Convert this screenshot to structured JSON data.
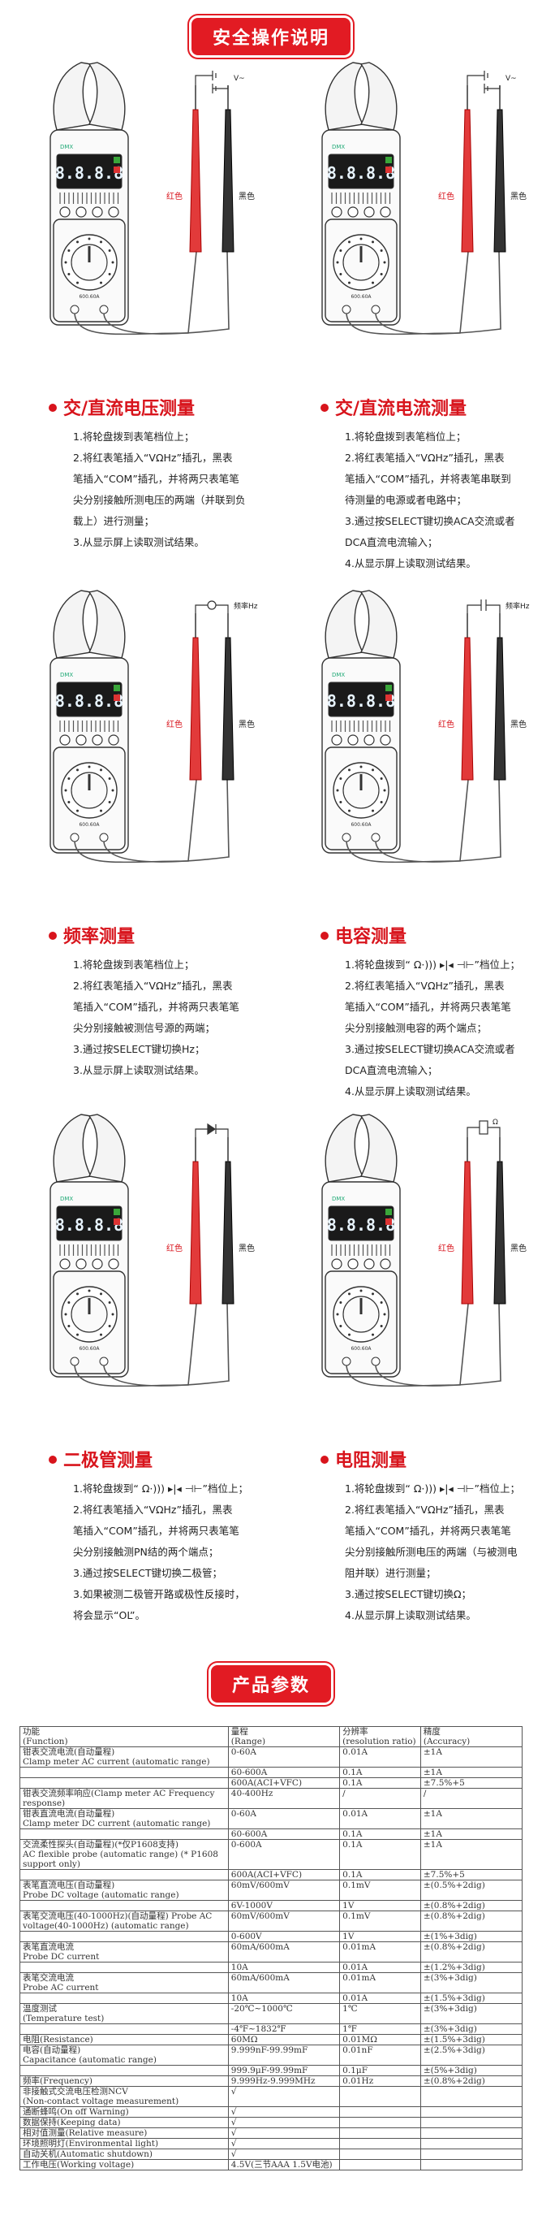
{
  "banners": {
    "safety": "安全操作说明",
    "params": "产品参数"
  },
  "meter": {
    "brand": "DMX",
    "display_digits": "8.8.8.8",
    "bottom_label": "600.60A",
    "red_lead_label": "红色",
    "black_lead_label": "黑色"
  },
  "sections": [
    {
      "title": "交/直流电压测量",
      "probe_label": "V~",
      "steps": [
        "1.将轮盘拨到表笔档位上；",
        "2.将红表笔插入“VΩHz”插孔，黑表",
        "笔插入“COM”插孔，并将两只表笔笔",
        "尖分别接触所测电压的两端（并联到负",
        "载上）进行测量；",
        "3.从显示屏上读取测试结果。"
      ]
    },
    {
      "title": "交/直流电流测量",
      "probe_label": "V~",
      "steps": [
        "1.将轮盘拨到表笔档位上；",
        "2.将红表笔插入“VΩHz”插孔，黑表",
        "笔插入“COM”插孔，并将表笔串联到",
        "待测量的电源或者电路中；",
        "3.通过按SELECT键切换ACA交流或者",
        "DCA直流电流输入；",
        "4.从显示屏上读取测试结果。"
      ]
    },
    {
      "title": "频率测量",
      "probe_label": "频率Hz",
      "steps": [
        "1.将轮盘拨到表笔档位上；",
        "2.将红表笔插入“VΩHz”插孔，黑表",
        "笔插入“COM”插孔，并将两只表笔笔",
        "尖分别接触被测信号源的两端；",
        "3.通过按SELECT键切换Hz；",
        "3.从显示屏上读取测试结果。"
      ]
    },
    {
      "title": "电容测量",
      "probe_label": "频率Hz",
      "steps": [
        "1.将轮盘拨到“ Ω·))) ▸|◂ ⊣⊢”档位上；",
        "2.将红表笔插入“VΩHz”插孔，黑表",
        "笔插入“COM”插孔，并将两只表笔笔",
        "尖分别接触测电容的两个端点；",
        "3.通过按SELECT键切换ACA交流或者",
        "DCA直流电流输入；",
        "4.从显示屏上读取测试结果。"
      ]
    },
    {
      "title": "二极管测量",
      "probe_label": "",
      "steps": [
        "1.将轮盘拨到“ Ω·))) ▸|◂ ⊣⊢”档位上；",
        "2.将红表笔插入“VΩHz”插孔，黑表",
        "笔插入“COM”插孔，并将两只表笔笔",
        "尖分别接触测PN结的两个端点；",
        "3.通过按SELECT键切换二极管；",
        "3.如果被测二极管开路或极性反接时，",
        "将会显示“OL”。"
      ]
    },
    {
      "title": "电阻测量",
      "probe_label": "Ω",
      "steps": [
        "1.将轮盘拨到“ Ω·))) ▸|◂ ⊣⊢”档位上；",
        "2.将红表笔插入“VΩHz”插孔，黑表",
        "笔插入“COM”插孔，并将两只表笔笔",
        "尖分别接触所测电压的两端（与被测电",
        "阻并联）进行测量；",
        "3.通过按SELECT键切换Ω；",
        "4.从显示屏上读取测试结果。"
      ]
    }
  ],
  "spec_table": {
    "header": [
      "功能\n(Function)",
      "量程\n(Range)",
      "分辨率\n(resolution ratio)",
      "精度\n(Accuracy)"
    ],
    "rows": [
      [
        "钳表交流电流(自动量程)\nClamp meter AC current (automatic range)",
        "0-60A",
        "0.01A",
        "±1A"
      ],
      [
        "",
        "60-600A",
        "0.1A",
        "±1A"
      ],
      [
        "",
        "600A(ACI+VFC)",
        "0.1A",
        "±7.5%+5"
      ],
      [
        "钳表交流频率响应(Clamp meter AC Frequency response)",
        "40-400Hz",
        "/",
        "/"
      ],
      [
        "钳表直流电流(自动量程)\nClamp meter DC current (automatic range)",
        "0-60A",
        "0.01A",
        "±1A"
      ],
      [
        "",
        "60-600A",
        "0.1A",
        "±1A"
      ],
      [
        "交流柔性探头(自动量程)(*仅P1608支持)\nAC flexible probe (automatic range) (* P1608 support only)",
        "0-600A",
        "0.1A",
        "±1A"
      ],
      [
        "",
        "600A(ACI+VFC)",
        "0.1A",
        "±7.5%+5"
      ],
      [
        "表笔直流电压(自动量程)\nProbe DC voltage (automatic range)",
        "60mV/600mV",
        "0.1mV",
        "±(0.5%+2dig)"
      ],
      [
        "",
        "6V-1000V",
        "1V",
        "±(0.8%+2dig)"
      ],
      [
        "表笔交流电压(40-1000Hz)(自动量程) Probe AC voltage(40-1000Hz) (automatic range)",
        "60mV/600mV",
        "0.1mV",
        "±(0.8%+2dig)"
      ],
      [
        "",
        "0-600V",
        "1V",
        "±(1%+3dig)"
      ],
      [
        "表笔直流电流\nProbe DC current",
        "60mA/600mA",
        "0.01mA",
        "±(0.8%+2dig)"
      ],
      [
        "",
        "10A",
        "0.01A",
        "±(1.2%+3dig)"
      ],
      [
        "表笔交流电流\nProbe AC current",
        "60mA/600mA",
        "0.01mA",
        "±(3%+3dig)"
      ],
      [
        "",
        "10A",
        "0.01A",
        "±(1.5%+3dig)"
      ],
      [
        "温度测试\n(Temperature test)",
        "-20℃~1000℃",
        "1℃",
        "±(3%+3dig)"
      ],
      [
        "",
        "-4℉~1832℉",
        "1℉",
        "±(3%+3dig)"
      ],
      [
        "电阻(Resistance)",
        "60MΩ",
        "0.01MΩ",
        "±(1.5%+3dig)"
      ],
      [
        "电容(自动量程)\nCapacitance (automatic range)",
        "9.999nF-99.99mF",
        "0.01nF",
        "±(2.5%+3dig)"
      ],
      [
        "",
        "999.9μF-99.99mF",
        "0.1μF",
        "±(5%+3dig)"
      ],
      [
        "频率(Frequency)",
        "9.999Hz-9.999MHz",
        "0.01Hz",
        "±(0.8%+2dig)"
      ],
      [
        "非接触式交流电压检测NCV\n(Non-contact voltage measurement)",
        "√",
        "",
        ""
      ],
      [
        "通断蜂鸣(On off Warning)",
        "√",
        "",
        ""
      ],
      [
        "数据保持(Keeping data)",
        "√",
        "",
        ""
      ],
      [
        "相对值测量(Relative measure)",
        "√",
        "",
        ""
      ],
      [
        "环境照明灯(Environmental light)",
        "√",
        "",
        ""
      ],
      [
        "自动关机(Automatic shutdown)",
        "√",
        "",
        ""
      ],
      [
        "工作电压(Working voltage)",
        "4.5V(三节AAA 1.5V电池)",
        "",
        ""
      ]
    ]
  }
}
